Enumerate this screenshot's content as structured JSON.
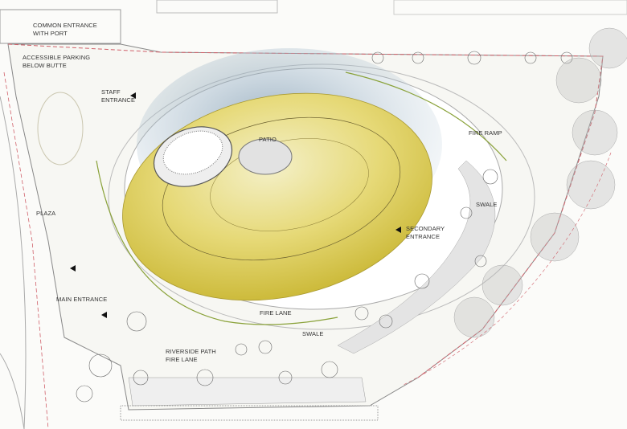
{
  "labels": {
    "common_entrance": "COMMON ENTRANCE\nWITH PORT",
    "accessible_parking": "ACCESSIBLE PARKING\nBELOW BUTTE",
    "staff_entrance": "STAFF\nENTRANCE",
    "patio": "PATIO",
    "fire_ramp": "FIRE RAMP",
    "swale_east": "SWALE",
    "plaza": "PLAZA",
    "secondary_entrance": "SECONDARY\nENTRANCE",
    "main_entrance": "MAIN ENTRANCE",
    "fire_lane": "FIRE LANE",
    "swale_south": "SWALE",
    "riverside_path": "RIVERSIDE PATH\nFIRE LANE"
  },
  "colors": {
    "roof_yellow": "#d9c84a",
    "shadow_blue": "#9fb6c6",
    "property_line": "#d0606a",
    "path_green": "#8aa23a"
  }
}
